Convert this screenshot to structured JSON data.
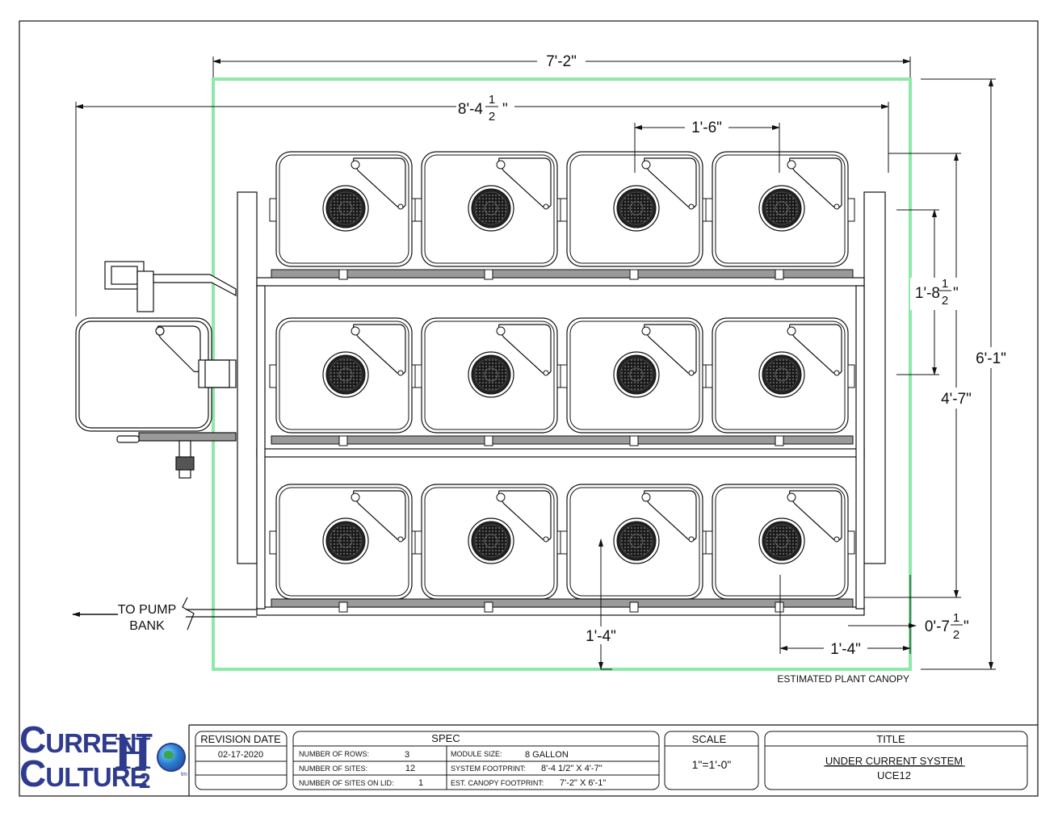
{
  "dimensions": {
    "canopy_width": "7'-2\"",
    "system_length_main": "8'-4",
    "module_pitch": "1'-6\"",
    "row_spacing_main": "1'-8",
    "overall_height": "6'-1\"",
    "system_height": "4'-7\"",
    "edge_offset_main": "0'-7",
    "site_offset_vertical": "1'-4\"",
    "site_offset_horizontal": "1'-4\"",
    "fraction_num": "1",
    "fraction_den": "2"
  },
  "labels": {
    "to_pump_line1": "TO PUMP",
    "to_pump_line2": "BANK",
    "canopy_note": "ESTIMATED PLANT CANOPY"
  },
  "title_block": {
    "revision_header": "REVISION DATE",
    "revision_date": "02-17-2020",
    "spec_header": "SPEC",
    "rows_label": "NUMBER OF ROWS:",
    "rows_value": "3",
    "sites_label": "NUMBER OF SITES:",
    "sites_value": "12",
    "lid_label": "NUMBER OF SITES ON LID:",
    "lid_value": "1",
    "module_label": "MODULE SIZE:",
    "module_value": "8 GALLON",
    "footprint_label": "SYSTEM FOOTPRINT:",
    "footprint_value": "8'-4 1/2\" X 4'-7\"",
    "canopy_label": "EST. CANOPY FOOTPRINT:",
    "canopy_value": "7'-2\" X 6'-1\"",
    "scale_header": "SCALE",
    "scale_value": "1\"=1'-0\"",
    "title_header": "TITLE",
    "title_line1": "UNDER CURRENT SYSTEM",
    "title_line2": "UCE12"
  },
  "logo": {
    "line1": "URRENT",
    "line2": "ULTURE",
    "big_c1": "C",
    "big_c2": "C",
    "h": "H",
    "o": "O",
    "two": "2",
    "tm": "tm"
  },
  "colors": {
    "canopy_outline": "#8ee8a8",
    "line": "#111111",
    "pipe_fill": "#9a9a9a",
    "logo_blue": "#2e3b8f"
  },
  "icons": {
    "pump_arrow": "arrow-left-icon",
    "break_mark": "break-line-icon",
    "planting_site": "net-pot-icon"
  }
}
